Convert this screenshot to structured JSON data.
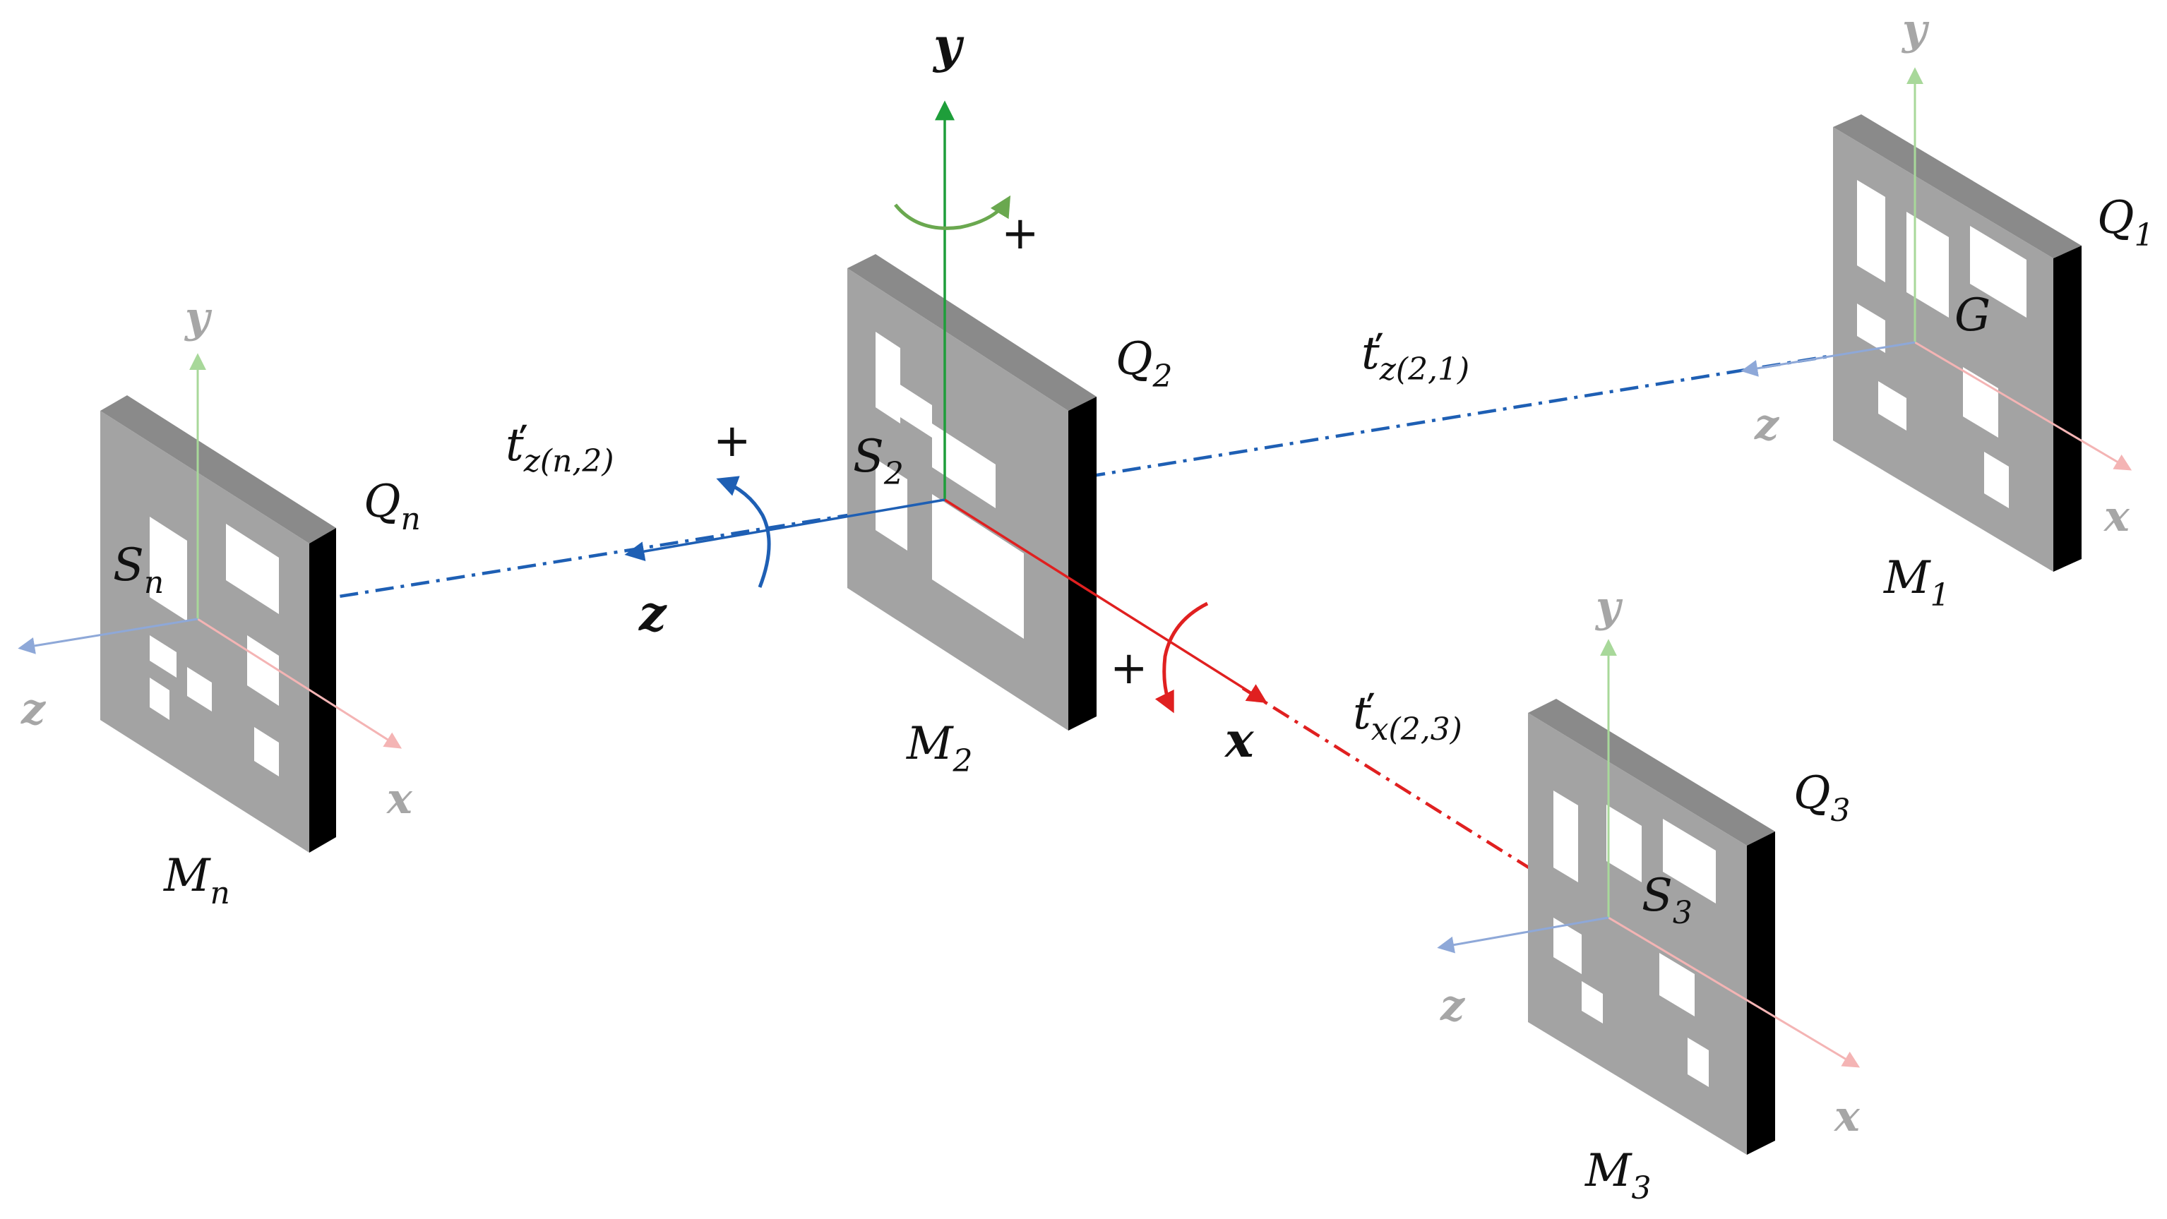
{
  "markers": {
    "m1": {
      "name": "M",
      "name_sub": "1",
      "corner": "Q",
      "corner_sub": "1",
      "center": "G",
      "center_sub": ""
    },
    "m2": {
      "name": "M",
      "name_sub": "2",
      "corner": "Q",
      "corner_sub": "2",
      "center": "S",
      "center_sub": "2"
    },
    "m3": {
      "name": "M",
      "name_sub": "3",
      "corner": "Q",
      "corner_sub": "3",
      "center": "S",
      "center_sub": "3"
    },
    "mn": {
      "name": "M",
      "name_sub": "n",
      "corner": "Q",
      "corner_sub": "n",
      "center": "S",
      "center_sub": "n"
    }
  },
  "axes": {
    "x": "x",
    "y": "y",
    "z": "z"
  },
  "transforms": {
    "t_z_21": {
      "symbol": "ť",
      "sub": "z(2,1)"
    },
    "t_z_n2": {
      "symbol": "ť",
      "sub": "z(n,2)"
    },
    "t_x_23": {
      "symbol": "ť",
      "sub": "x(2,3)"
    }
  },
  "rotation_sign": "+",
  "colors": {
    "x_axis": "#e02020",
    "y_axis": "#1e9e3a",
    "z_axis": "#1e5fb4",
    "x_faint": "#f4b4b4",
    "y_faint": "#a8d89a",
    "z_faint": "#8ea8d8",
    "marker_face": "#a3a3a3",
    "marker_edge": "#000000",
    "marker_top": "#8a8a8a",
    "rot_y": "#6aa84f"
  }
}
